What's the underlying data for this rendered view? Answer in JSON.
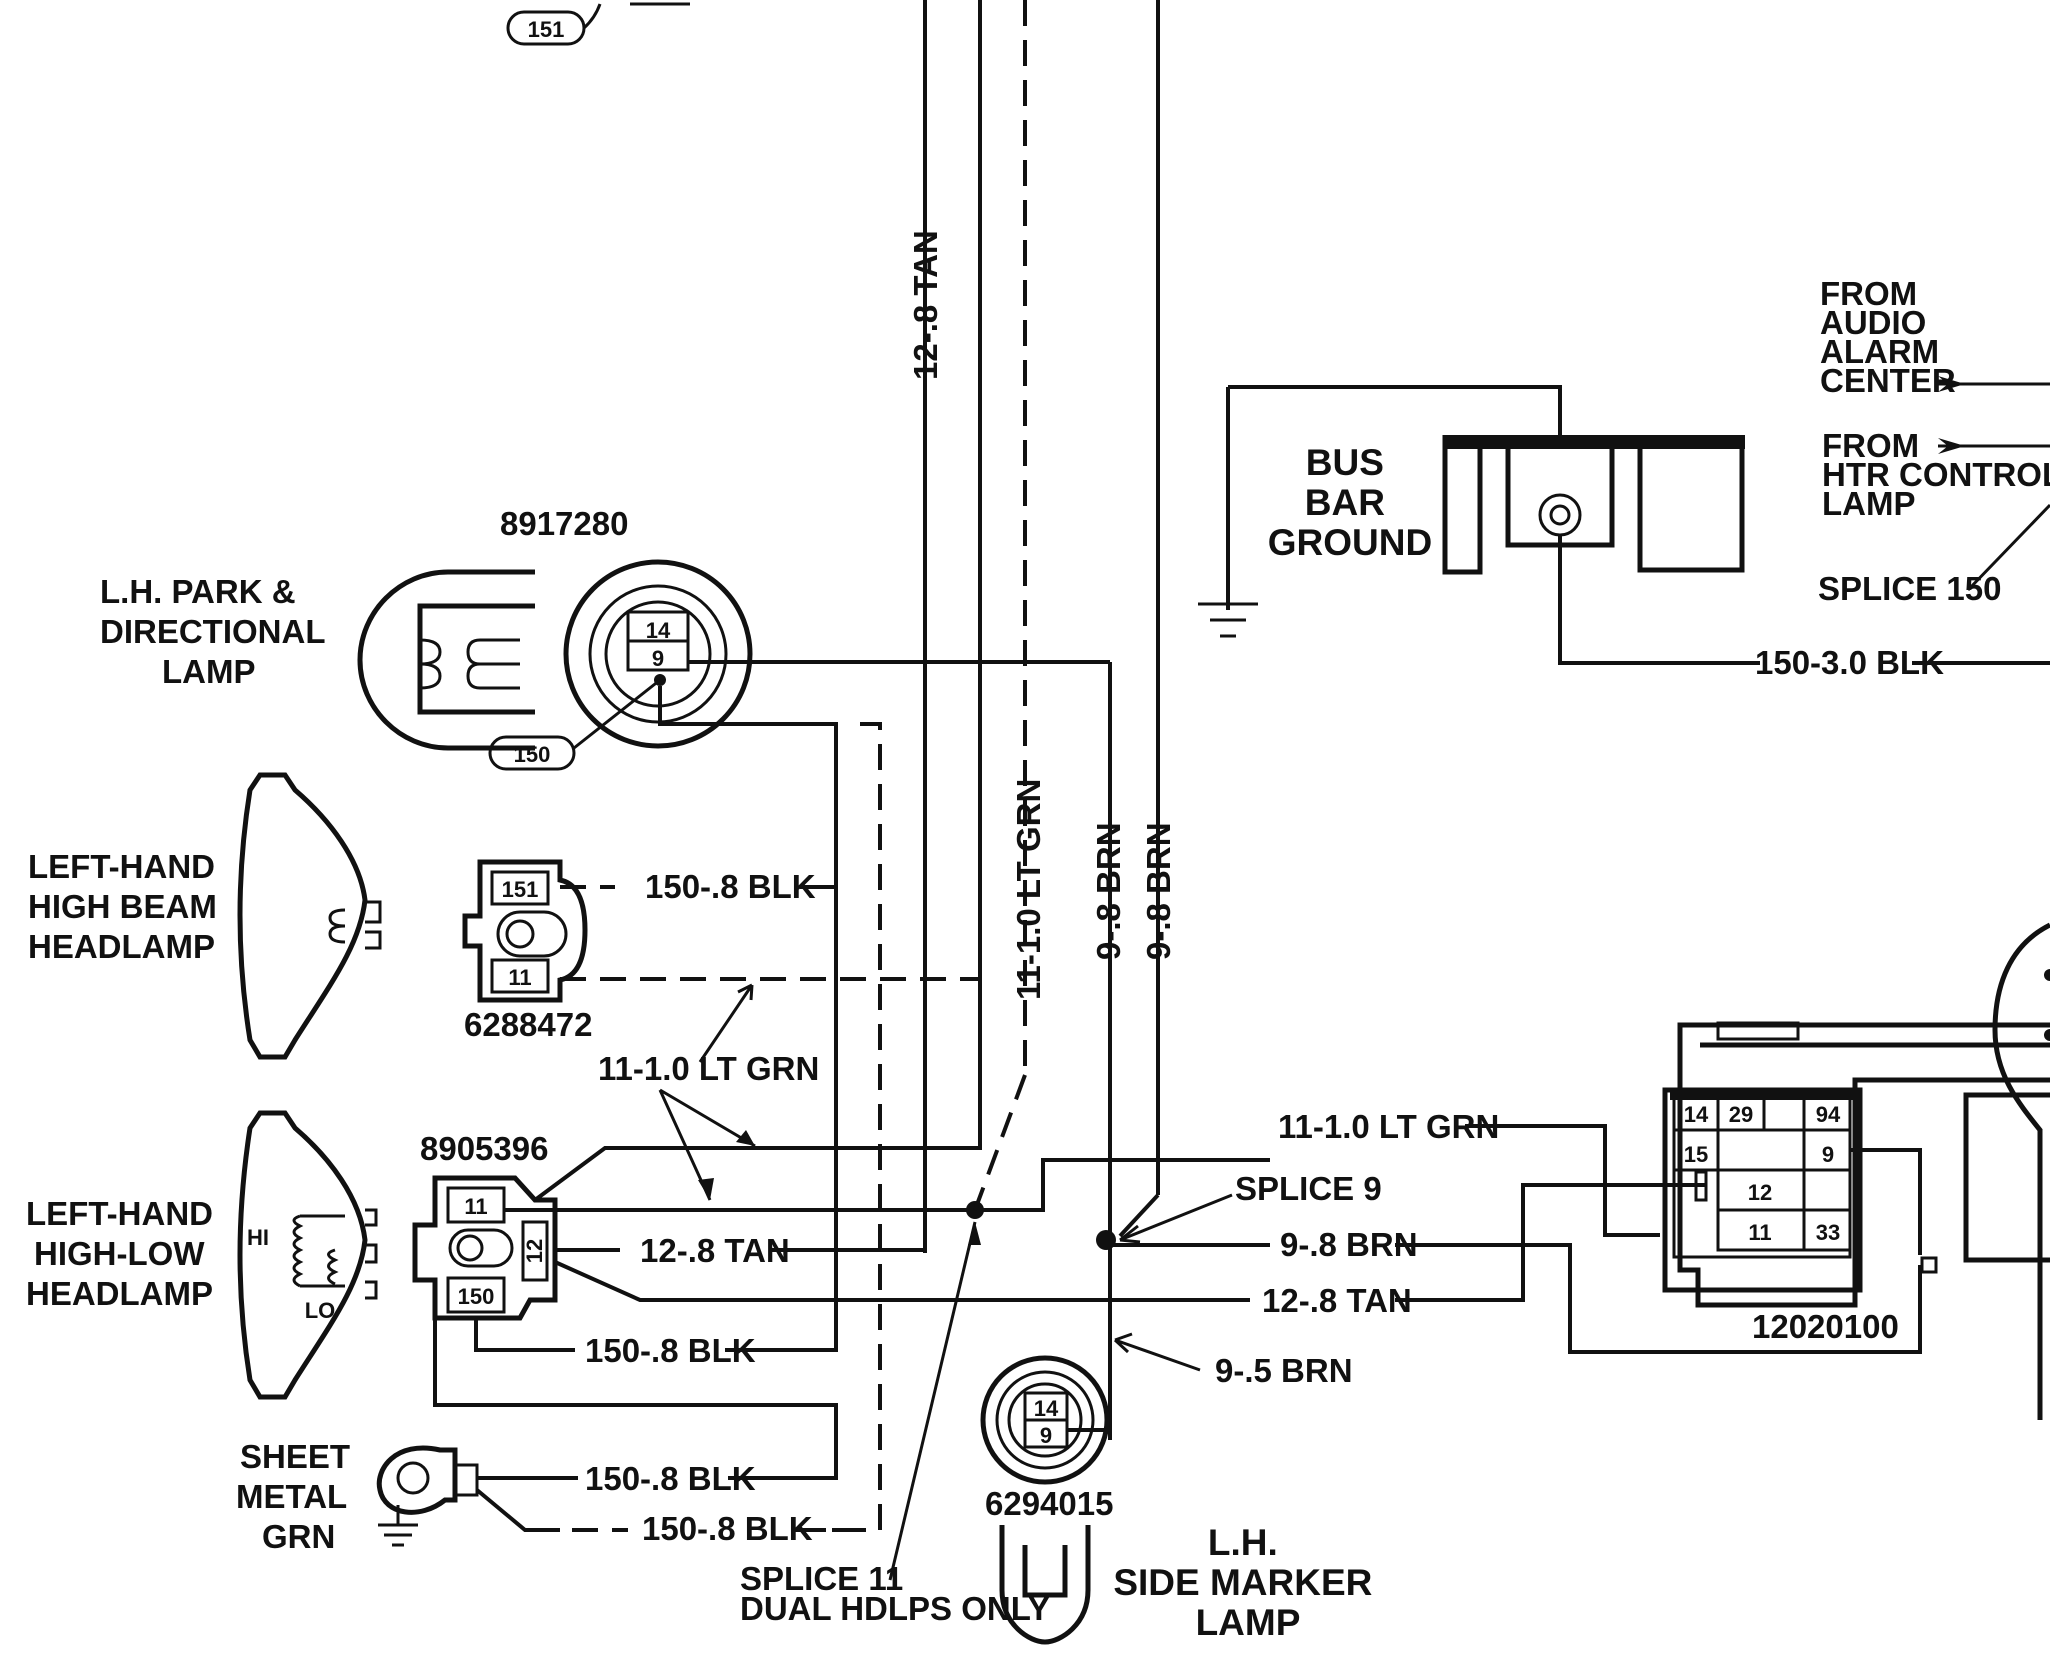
{
  "labels": {
    "lh_park_lamp": [
      "L.H. PARK &",
      "DIRECTIONAL",
      "LAMP"
    ],
    "lh_high_beam": [
      "LEFT-HAND",
      "HIGH BEAM",
      "HEADLAMP"
    ],
    "lh_high_low": [
      "LEFT-HAND",
      "HIGH-LOW",
      "HEADLAMP"
    ],
    "sheet_metal_grn": [
      "SHEET",
      "METAL",
      "GRN"
    ],
    "bus_bar_ground": [
      "BUS",
      "BAR",
      "GROUND"
    ],
    "from_audio": [
      "FROM",
      "AUDIO",
      "ALARM",
      "CENTER"
    ],
    "from_htr": [
      "FROM",
      "HTR CONTROL",
      "LAMP"
    ],
    "splice_150": "SPLICE 150",
    "splice_9": "SPLICE 9",
    "splice_11": [
      "SPLICE 11",
      "DUAL HDLPS ONLY"
    ],
    "side_marker": [
      "L.H.",
      "SIDE MARKER",
      "LAMP"
    ],
    "hi": "HI",
    "lo": "LO"
  },
  "part_numbers": {
    "park_connector": "8917280",
    "high_beam_connector": "6288472",
    "high_low_connector": "8905396",
    "side_marker_connector": "6294015",
    "bulkhead_connector": "12020100"
  },
  "circuit_tags": {
    "top": "151",
    "park": "150"
  },
  "wires": {
    "tan_vertical": "12-.8 TAN",
    "ltgrn_vertical": "11-1.0 LT GRN",
    "brn_vertical_1": "9-.8 BRN",
    "brn_vertical_2": "9-.8 BRN",
    "blk_high_beam": "150-.8 BLK",
    "ltgrn_callout": "11-1.0 LT GRN",
    "tan_high_low": "12-.8 TAN",
    "blk_high_low": "150-.8 BLK",
    "blk_sheet_metal_1": "150-.8 BLK",
    "blk_sheet_metal_2": "150-.8 BLK",
    "ltgrn_right": "11-1.0 LT GRN",
    "brn_right": "9-.8 BRN",
    "tan_right": "12-.8 TAN",
    "brn_side_marker": "9-.5 BRN",
    "blk_bus_bar": "150-3.0 BLK"
  },
  "pins": {
    "park": [
      "14",
      "9"
    ],
    "high_beam": [
      "151",
      "11"
    ],
    "high_low": [
      "11",
      "12",
      "150"
    ],
    "side_marker": [
      "14",
      "9"
    ],
    "bulkhead": [
      "14",
      "29",
      "94",
      "15",
      "9",
      "12",
      "11",
      "33"
    ]
  }
}
